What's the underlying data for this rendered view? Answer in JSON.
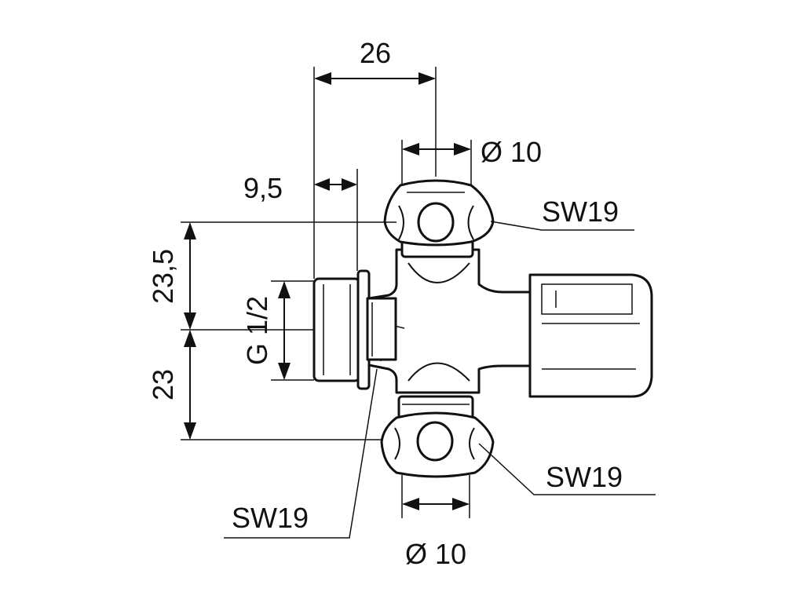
{
  "dimensions": {
    "overall_width": "26",
    "outlet_dia_top": "Ø 10",
    "outlet_dia_bottom": "Ø 10",
    "thread_offset": "9,5",
    "upper_height": "23,5",
    "lower_height": "23",
    "thread_size": "G 1/2"
  },
  "labels": {
    "nut_top_right": "SW19",
    "nut_bottom_right": "SW19",
    "nut_bottom_left": "SW19"
  }
}
